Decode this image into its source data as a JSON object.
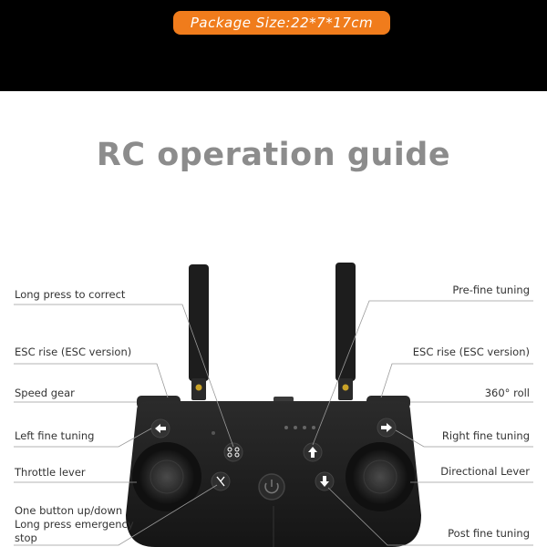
{
  "header": {
    "package_size": "Package Size:22*7*17cm"
  },
  "title": "RC operation guide",
  "labels_left": {
    "long_press_correct": "Long press to correct",
    "esc_rise": "ESC rise (ESC version)",
    "speed_gear": "Speed gear",
    "left_fine_tuning": "Left fine tuning",
    "throttle_lever": "Throttle lever",
    "one_button_line1": "One button up/down",
    "one_button_line2": "Long press emergency",
    "one_button_line3": "stop"
  },
  "labels_right": {
    "pre_fine_tuning": "Pre-fine tuning",
    "esc_rise": "ESC rise (ESC version)",
    "roll_360": "360° roll",
    "right_fine_tuning": "Right fine tuning",
    "directional_lever": "Directional Lever",
    "post_fine_tuning": "Post fine tuning"
  },
  "colors": {
    "accent": "#f07c1c",
    "title": "#8c8c8c",
    "remote_body": "#1f1f1f"
  }
}
